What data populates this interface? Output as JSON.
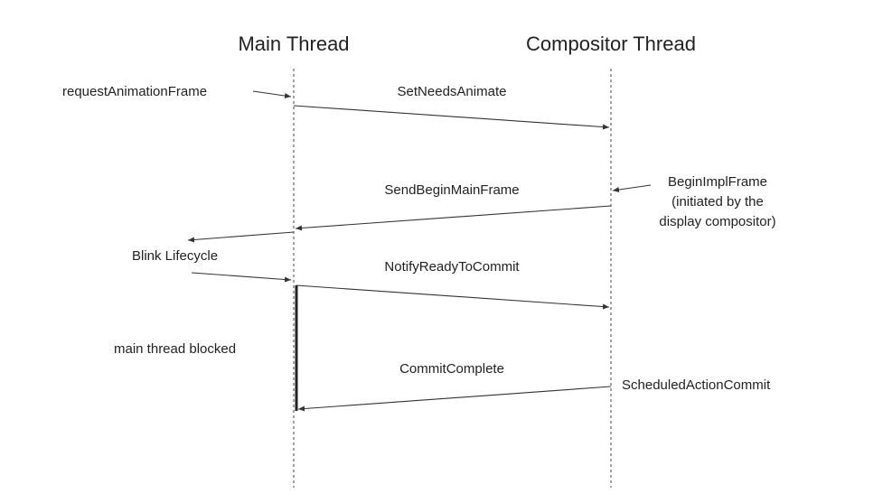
{
  "lanes": {
    "main": "Main Thread",
    "compositor": "Compositor Thread"
  },
  "messages": {
    "set_needs_animate": "SetNeedsAnimate",
    "send_begin_main_frame": "SendBeginMainFrame",
    "notify_ready_to_commit": "NotifyReadyToCommit",
    "commit_complete": "CommitComplete"
  },
  "annotations": {
    "request_animation_frame": "requestAnimationFrame",
    "begin_impl_frame_1": "BeginImplFrame",
    "begin_impl_frame_2": "(initiated by the",
    "begin_impl_frame_3": "display compositor)",
    "blink_lifecycle": "Blink Lifecycle",
    "main_thread_blocked": "main thread blocked",
    "scheduled_action_commit": "ScheduledActionCommit"
  }
}
